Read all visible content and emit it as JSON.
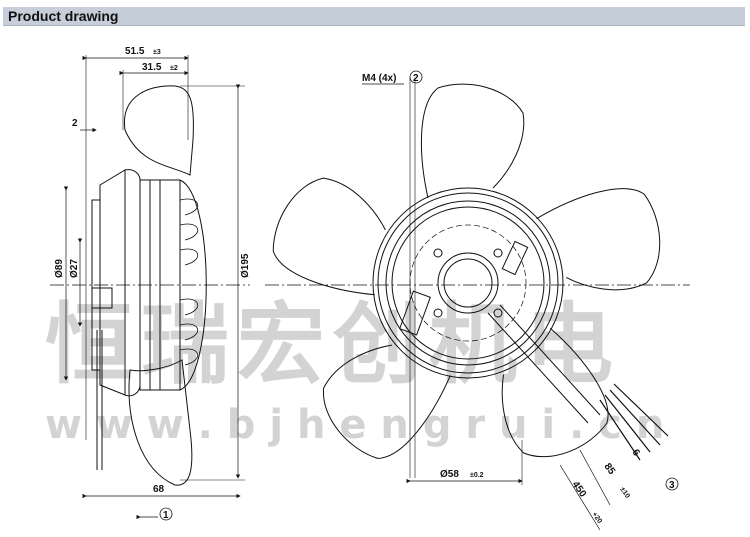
{
  "header": {
    "title": "Product drawing"
  },
  "dimensions": {
    "overall_depth": "51.5",
    "overall_depth_tol": "±3",
    "hub_depth": "31.5",
    "hub_depth_tol": "±2",
    "flange": "2",
    "dia_89": "Ø89",
    "dia_27": "Ø27",
    "dia_195": "Ø195",
    "length_68": "68",
    "screw": "M4 (4x)",
    "dia_58": "Ø58",
    "dia_58_tol": "±0.2",
    "lead_85": "85",
    "lead_85_tol": "±10",
    "lead_450": "450",
    "lead_450_tol": "+20",
    "strip_6": "6"
  },
  "callouts": {
    "c1": "1",
    "c2": "2",
    "c3": "3"
  },
  "watermark": {
    "chinese": "恒瑞宏创机电",
    "url": "w w w . b j h e n g r u i . c n"
  }
}
